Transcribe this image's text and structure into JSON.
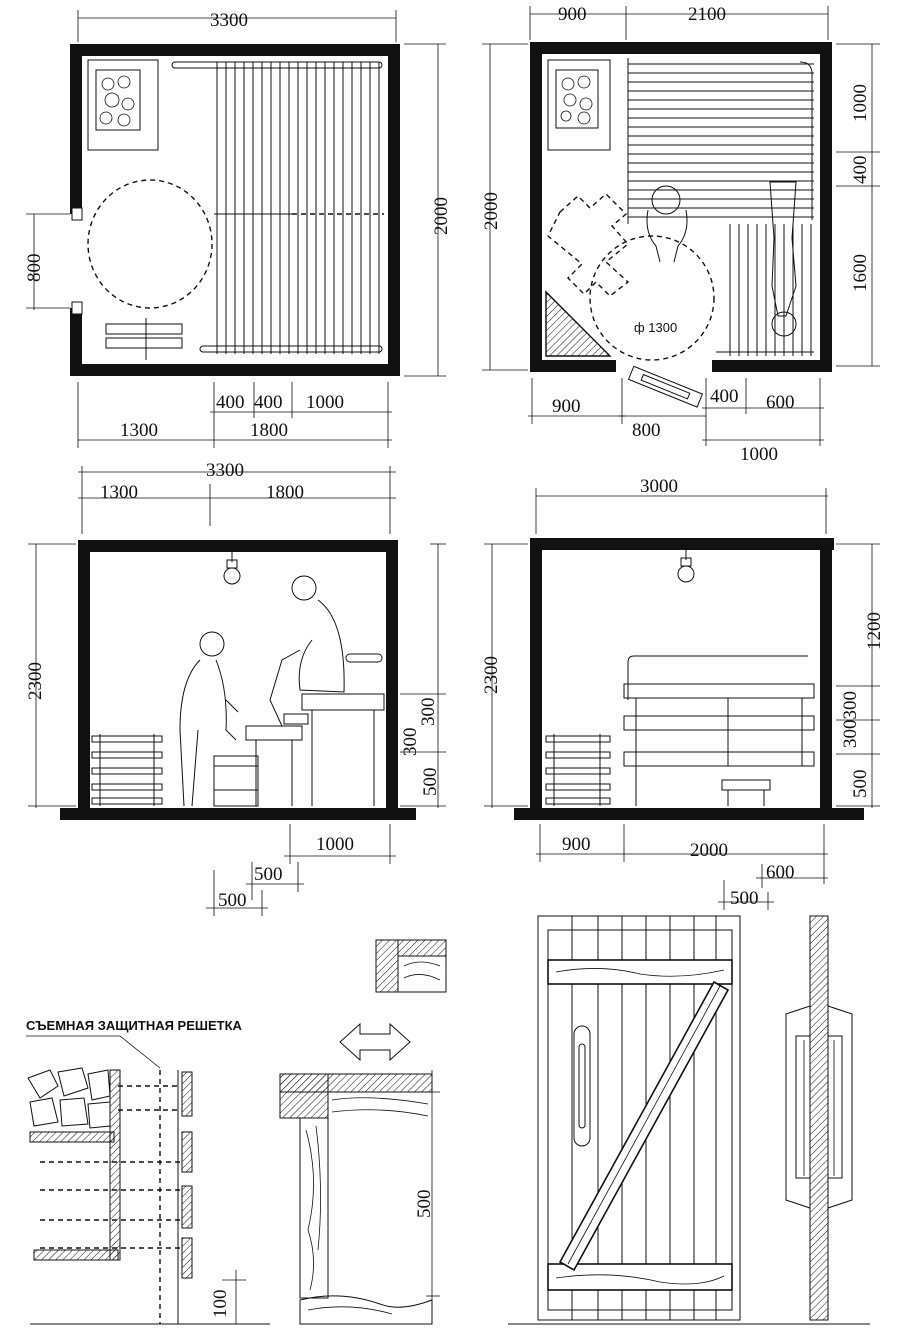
{
  "plan_a": {
    "dim_top": "3300",
    "dim_right": "2000",
    "dim_door": "800",
    "dim_400a": "400",
    "dim_400b": "400",
    "dim_1000": "1000",
    "dim_1300": "1300",
    "dim_1800": "1800"
  },
  "plan_b": {
    "dim_900_top": "900",
    "dim_2100": "2100",
    "dim_left": "2000",
    "dim_r1000": "1000",
    "dim_r400": "400",
    "dim_r1600": "1600",
    "circle_label": "ф 1300",
    "dim_900_bottom": "900",
    "dim_800": "800",
    "dim_400": "400",
    "dim_600": "600",
    "dim_1000_bottom": "1000"
  },
  "section_a": {
    "dim_3300": "3300",
    "dim_1300": "1300",
    "dim_1800": "1800",
    "dim_2300": "2300",
    "dim_300a": "300",
    "dim_300b": "300",
    "dim_500": "500",
    "dim_1000": "1000",
    "dim_500_a": "500",
    "dim_500_b": "500"
  },
  "section_b": {
    "dim_3000": "3000",
    "dim_2300": "2300",
    "dim_1200": "1200",
    "dim_300300": "300300",
    "dim_500": "500",
    "dim_900": "900",
    "dim_2000": "2000",
    "dim_600": "600",
    "dim_500_b": "500"
  },
  "details": {
    "caption": "СЪЕМНАЯ ЗАЩИТНАЯ РЕШЕТКА",
    "dim_500": "500",
    "dim_100": "100"
  }
}
